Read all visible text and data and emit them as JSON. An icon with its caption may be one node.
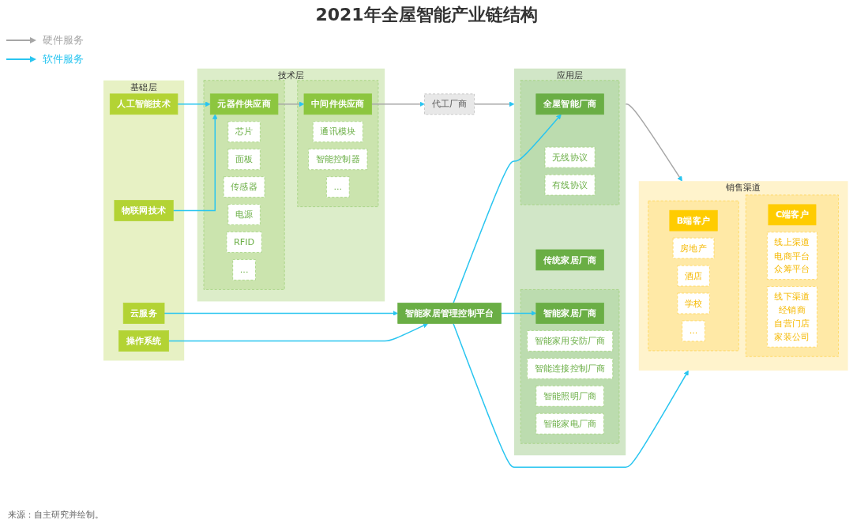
{
  "diagram": {
    "title": "2021年全屋智能产业链结构",
    "caption": "来源：自主研究并绘制。",
    "nodes": [
      {
        "text": [
          "智能家居管理控制平台"
        ]
      },
      {
        "text": [
          "应用层"
        ]
      },
      {
        "text": [],
        "shape": "box",
        "in": 1
      },
      {
        "text": [
          "智能家居厂商"
        ],
        "in": 2
      },
      {
        "text": [
          "智能家用安防厂商"
        ],
        "in": 2
      },
      {
        "text": [
          "智能连接控制厂商"
        ],
        "in": 2
      },
      {
        "text": [
          "智能照明厂商"
        ],
        "in": 2
      },
      {
        "text": [
          "智能家电厂商"
        ],
        "in": 2
      },
      {
        "text": [
          "传统家居厂商"
        ],
        "in": 1
      },
      {
        "text": [],
        "shape": "box",
        "in": 1
      },
      {
        "text": [
          "全屋智能厂商"
        ],
        "in": 9
      },
      {
        "text": [
          "无线协议"
        ],
        "in": 9
      },
      {
        "text": [
          "有线协议"
        ],
        "in": 9
      },
      {
        "text": [
          "技术层"
        ]
      },
      {
        "text": [],
        "shape": "box",
        "in": 13
      },
      {
        "text": [
          "元器件供应商"
        ],
        "in": 14
      },
      {
        "text": [
          "芯片"
        ],
        "in": 14
      },
      {
        "text": [
          "面板"
        ],
        "in": 14
      },
      {
        "text": [
          "传感器"
        ],
        "in": 14
      },
      {
        "text": [
          "电源"
        ],
        "in": 14
      },
      {
        "text": [
          "RFID"
        ],
        "in": 14
      },
      {
        "text": [
          "..."
        ],
        "in": 14
      },
      {
        "text": [],
        "shape": "box",
        "in": 13
      },
      {
        "text": [
          "中间件供应商"
        ],
        "in": 22
      },
      {
        "text": [
          "通讯模块"
        ],
        "in": 22
      },
      {
        "text": [
          "智能控制器"
        ],
        "in": 22
      },
      {
        "text": [
          "..."
        ],
        "in": 22
      },
      {
        "text": [
          "代工厂商"
        ]
      },
      {
        "text": [
          "基础层"
        ]
      },
      {
        "text": [
          "物联网技术"
        ],
        "in": 28
      },
      {
        "text": [
          "人工智能技术"
        ],
        "in": 28
      },
      {
        "text": [
          "操作系统"
        ],
        "in": 28
      },
      {
        "text": [
          "云服务"
        ],
        "in": 28
      },
      {
        "text": [
          "销售渠道"
        ]
      },
      {
        "text": [],
        "shape": "box",
        "in": 33
      },
      {
        "text": [
          "C端客户"
        ],
        "in": 34
      },
      {
        "text": [
          "线上渠道",
          "电商平台",
          "众筹平台"
        ],
        "in": 34
      },
      {
        "text": [
          "线下渠道",
          "经销商",
          "自营门店",
          "家装公司"
        ],
        "in": 34
      },
      {
        "text": [],
        "shape": "box",
        "in": 33
      },
      {
        "text": [
          "B端客户"
        ],
        "in": 38
      },
      {
        "text": [
          "房地产"
        ],
        "in": 38
      },
      {
        "text": [
          "酒店"
        ],
        "in": 38
      },
      {
        "text": [
          "学校"
        ],
        "in": 38
      },
      {
        "text": [
          "..."
        ],
        "in": 38
      }
    ],
    "edges": [
      {
        "from": 0,
        "to": 3,
        "arrow": "to"
      },
      {
        "from": 0,
        "to": 10,
        "arrow": "to"
      },
      {
        "from": 0,
        "to": 33,
        "arrow": "to"
      },
      {
        "from": 31,
        "to": 0,
        "arrow": "to"
      },
      {
        "from": 32,
        "to": 0,
        "arrow": "to"
      },
      {
        "from": 29,
        "to": 15,
        "arrow": "to"
      },
      {
        "from": 30,
        "to": 15,
        "arrow": "to"
      },
      {
        "from": 15,
        "to": 23,
        "arrow": "to",
        "color": "#a6a6a6"
      },
      {
        "from": 23,
        "to": 27,
        "arrow": "to",
        "color": "#a6a6a6"
      },
      {
        "from": 27,
        "to": 1,
        "arrow": "to",
        "color": "#a6a6a6"
      },
      {
        "from": 1,
        "to": 33,
        "arrow": "to",
        "color": "#a6a6a6"
      }
    ],
    "legend": [
      {
        "text": "硬件服务"
      },
      {
        "text": "软件服务"
      }
    ]
  }
}
